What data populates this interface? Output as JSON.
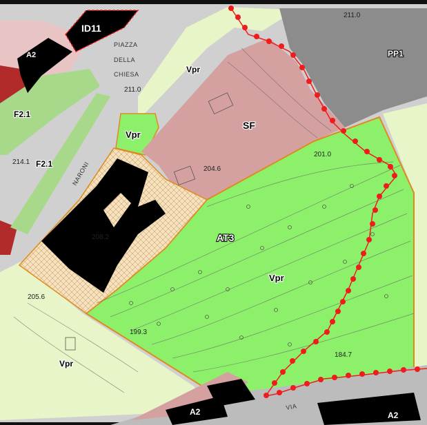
{
  "map": {
    "zones": {
      "id11": "ID11",
      "a2_top": "A2",
      "f2_1_a": "F2.1",
      "f2_1_b": "F2.1",
      "vpr_top": "Vpr",
      "vpr_small": "Vpr",
      "sf": "SF",
      "pp1": "PP1",
      "at3": "AT3",
      "vpr_center": "Vpr",
      "vpr_bottom": "Vpr",
      "a2_bottom_left": "A2",
      "a2_bottom_right": "A2"
    },
    "place_names": {
      "piazza": "PIAZZA",
      "della": "DELLA",
      "chiesa": "CHIESA",
      "naroni": "NARONI",
      "via": "VIA"
    },
    "elevations": {
      "e_211_top": "211.0",
      "e_211_mid": "211.0",
      "e_214": "214.1",
      "e_204": "204.6",
      "e_201": "201.0",
      "e_208": "208.2",
      "e_205": "205.6",
      "e_199": "199.3",
      "e_184": "184.7"
    },
    "colors": {
      "green_bright": "#8df06a",
      "green_pale": "#e8f5c8",
      "green_mid": "#a8d98a",
      "pink": "#d4a0a0",
      "pink_light": "#e8c4c4",
      "gray": "#b4b4b4",
      "gray_dark": "#7a7a7a",
      "dark_red": "#b22a2a",
      "building": "#000000",
      "hatch": "#f7e2bd",
      "boundary_orange": "#e08a1e",
      "boundary_red_dots": "#ee1c1c"
    }
  }
}
